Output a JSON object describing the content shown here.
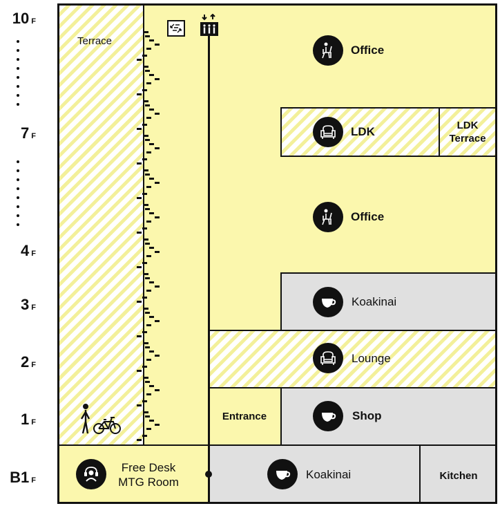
{
  "colors": {
    "yellow": "#fbf7ad",
    "gray": "#e0e0e0",
    "hatch": "#f3f09a",
    "line": "#111111"
  },
  "floors": [
    {
      "number": "10",
      "suffix": "F"
    },
    {
      "number": "7",
      "suffix": "F"
    },
    {
      "number": "4",
      "suffix": "F"
    },
    {
      "number": "3",
      "suffix": "F"
    },
    {
      "number": "2",
      "suffix": "F"
    },
    {
      "number": "1",
      "suffix": "F"
    },
    {
      "number": "B1",
      "suffix": "F"
    }
  ],
  "rooms": {
    "terrace": {
      "label": "Terrace"
    },
    "office_upper": {
      "label": "Office",
      "icon": "desk-worker-icon"
    },
    "ldk": {
      "label": "LDK",
      "icon": "armchair-icon"
    },
    "ldk_terrace": {
      "label_line1": "LDK",
      "label_line2": "Terrace"
    },
    "office_lower": {
      "label": "Office",
      "icon": "desk-worker-icon"
    },
    "koakinai_3f": {
      "label": "Koakinai",
      "icon": "coffee-cup-icon"
    },
    "lounge": {
      "label": "Lounge",
      "icon": "armchair-icon"
    },
    "entrance": {
      "label": "Entrance"
    },
    "shop": {
      "label": "Shop",
      "icon": "coffee-cup-icon"
    },
    "free_desk": {
      "label_line1": "Free Desk",
      "label_line2": "MTG Room",
      "icon": "headset-person-icon"
    },
    "koakinai_b1": {
      "label": "Koakinai",
      "icon": "coffee-cup-icon"
    },
    "kitchen": {
      "label": "Kitchen"
    }
  },
  "symbols": {
    "stairs": "stairs-icon",
    "elevator": "elevator-icon",
    "pedestrian": "pedestrian-icon",
    "bicycle": "bicycle-icon"
  }
}
